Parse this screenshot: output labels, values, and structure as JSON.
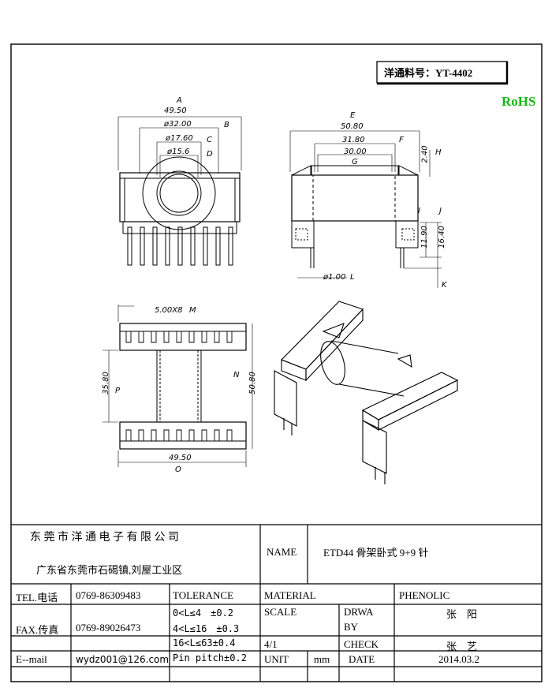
{
  "part_label": "洋通料号：YT-4402",
  "rohs": "RoHS",
  "dims": {
    "a": "A",
    "a_val": "49.50",
    "b": "B",
    "b_val": "ø32.00",
    "c": "C",
    "c_val": "ø17.60",
    "d": "D",
    "d_val": "ø15.6",
    "e": "E",
    "e_val": "50.80",
    "f": "F",
    "f_val": "31.80",
    "g": "G",
    "g_val": "30.00",
    "h": "H",
    "h_val": "2.40",
    "i": "I",
    "i_val": "11.90",
    "j": "J",
    "j_val": "16.40",
    "k": "K",
    "l": "L",
    "l_val": "ø1.00",
    "m": "M",
    "m_val": "5.00X8",
    "n": "N",
    "n_val": "50.80",
    "o": "O",
    "o_val": "49.50",
    "p": "P",
    "p_val": "35.80"
  },
  "title_block": {
    "company": "东 莞 市 洋 通 电 子 有 限 公 司",
    "address": "广东省东莞市石碣镇,刘屋工业区",
    "name_label": "NAME",
    "name_value": "ETD44 骨架卧式 9+9 针",
    "tel_label": "TEL.电话",
    "tel_value": "0769-86309483",
    "fax_label": "FAX.传真",
    "fax_value": "0769-89026473",
    "email_label": "E--mail",
    "email_value": "wydz001@126.com",
    "tolerance_label": "TOLERANCE",
    "tol1": "0<L≤4　±0.2",
    "tol2": "4<L≤16　±0.3",
    "tol3": "16<L≤63±0.4",
    "tol4": "Pin pitch±0.2",
    "material_label": "MATERIAL",
    "material_value": "PHENOLIC",
    "scale_label": "SCALE",
    "scale_value": "4/1",
    "drwa_label": "DRWA",
    "by_label": "BY",
    "drawn_by": "张　阳",
    "check_label": "CHECK",
    "checked_by": "张　艺",
    "unit_label": "UNIT",
    "unit_value": "mm",
    "date_label": "DATE",
    "date_value": "2014.03.2"
  }
}
